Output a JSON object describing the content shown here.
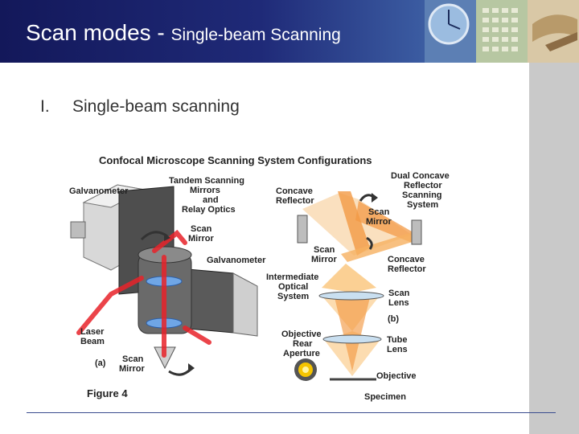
{
  "slide": {
    "title_main": "Scan modes - ",
    "title_sub": "Single-beam Scanning",
    "bullet_number": "I.",
    "bullet_text": "Single-beam scanning"
  },
  "figure": {
    "title": "Confocal Microscope Scanning System Configurations",
    "caption": "Figure 4",
    "panel_a": "(a)",
    "panel_b": "(b)",
    "labels": {
      "galvanometer_top": "Galvanometer",
      "tandem_1": "Tandem Scanning",
      "tandem_2": "Mirrors",
      "tandem_3": "and",
      "tandem_4": "Relay Optics",
      "scan_mirror_a_top_1": "Scan",
      "scan_mirror_a_top_2": "Mirror",
      "galvanometer_mid": "Galvanometer",
      "intermediate_1": "Intermediate",
      "intermediate_2": "Optical",
      "intermediate_3": "System",
      "laser_1": "Laser",
      "laser_2": "Beam",
      "scan_mirror_a_bottom_1": "Scan",
      "scan_mirror_a_bottom_2": "Mirror",
      "concave_top_1": "Concave",
      "concave_top_2": "Reflector",
      "dual_1": "Dual Concave",
      "dual_2": "Reflector",
      "dual_3": "Scanning",
      "dual_4": "System",
      "scan_mirror_b_right_1": "Scan",
      "scan_mirror_b_right_2": "Mirror",
      "scan_mirror_b_left_1": "Scan",
      "scan_mirror_b_left_2": "Mirror",
      "concave_right_1": "Concave",
      "concave_right_2": "Reflector",
      "scan_lens_1": "Scan",
      "scan_lens_2": "Lens",
      "objective_rear_1": "Objective",
      "objective_rear_2": "Rear",
      "objective_rear_3": "Aperture",
      "tube_lens_1": "Tube",
      "tube_lens_2": "Lens",
      "objective": "Objective",
      "specimen": "Specimen"
    }
  },
  "colors": {
    "header_dark": "#13185a",
    "header_light": "#6a8fc0",
    "sidebar": "#c9c9c9",
    "laser_red": "#e8232a",
    "beam_orange": "#f0a040",
    "bottom_rule": "#3a4d8f"
  },
  "icons": [
    "header-photo-collage",
    "rotation-arrow-icon",
    "aperture-spot-icon"
  ]
}
